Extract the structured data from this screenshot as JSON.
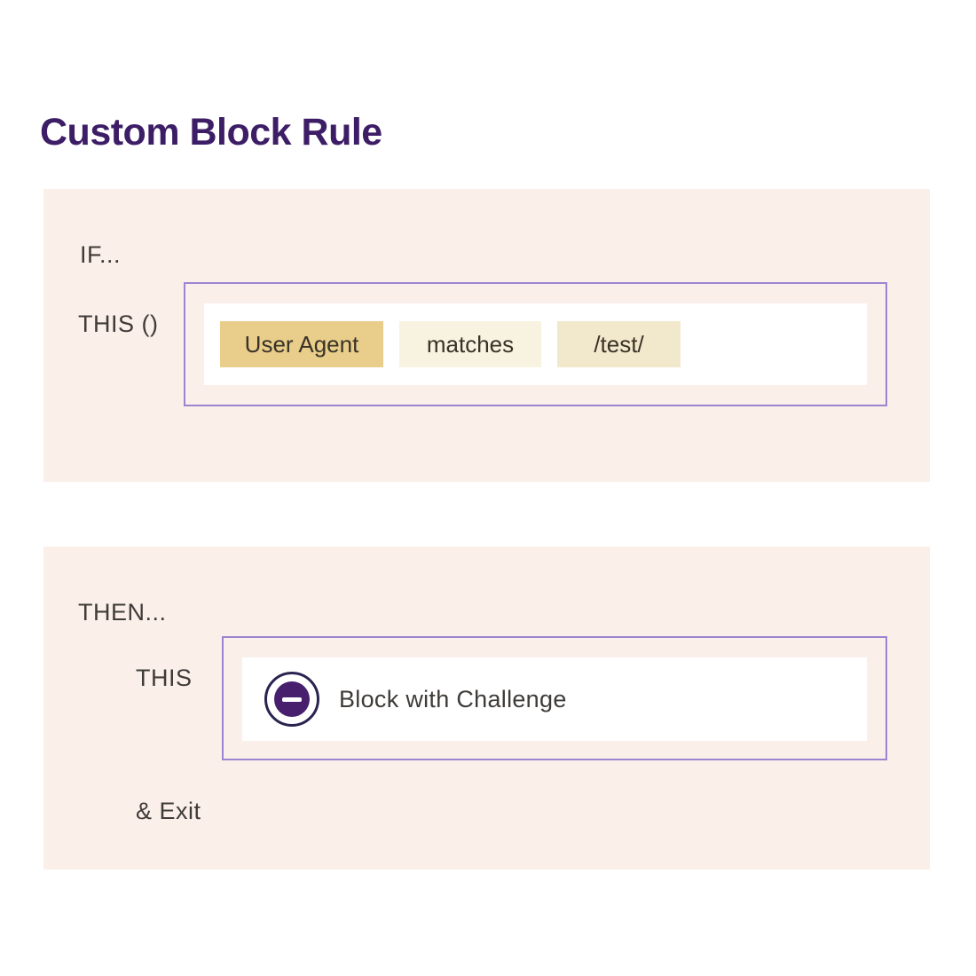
{
  "page": {
    "title": "Custom Block Rule"
  },
  "colors": {
    "title_text": "#3d1e66",
    "panel_bg": "#faefe9",
    "box_border": "#9d84d1",
    "box_inner_bg": "#ffffff",
    "token_field_bg": "#e8cd8b",
    "token_operator_bg": "#f8f2e1",
    "token_value_bg": "#f2e8cc",
    "label_text": "#3f3b38",
    "icon_ring": "#2a2350",
    "icon_fill": "#471f6d",
    "icon_minus": "#ffffff"
  },
  "if_section": {
    "keyword": "IF...",
    "operand_label": "THIS ()",
    "tokens": [
      {
        "text": "User Agent",
        "kind": "field"
      },
      {
        "text": "matches",
        "kind": "operator"
      },
      {
        "text": "/test/",
        "kind": "value"
      }
    ]
  },
  "then_section": {
    "keyword": "THEN...",
    "operand_label": "THIS",
    "action_label": "Block with Challenge",
    "exit_label": "& Exit"
  }
}
